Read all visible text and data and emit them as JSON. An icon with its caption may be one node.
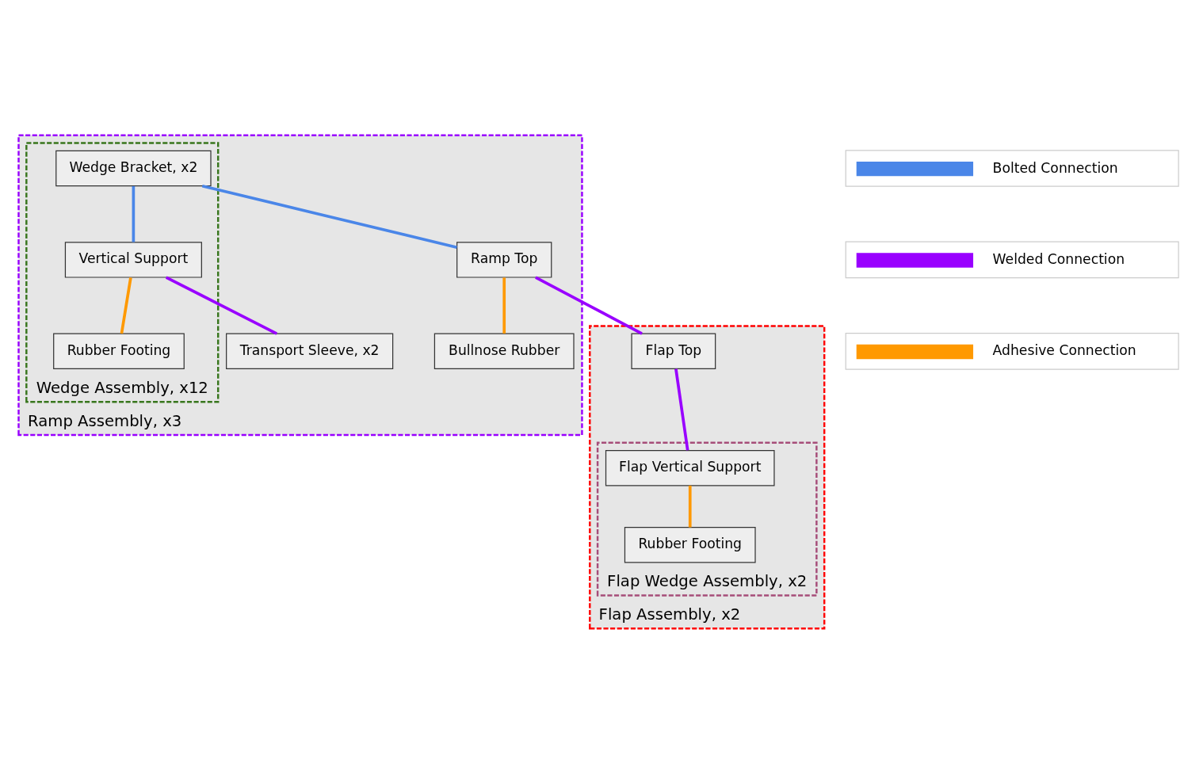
{
  "diagram": {
    "nodes": [
      {
        "text": [
          "Ramp Assembly, x3"
        ]
      },
      {
        "text": [
          "Wedge Assembly, x12"
        ],
        "in": 0
      },
      {
        "text": [
          "Wedge Bracket, x2"
        ],
        "in": 1
      },
      {
        "text": [
          "Vertical Support"
        ],
        "in": 1
      },
      {
        "text": [
          "Rubber Footing"
        ],
        "in": 1
      },
      {
        "text": [
          "Ramp Top"
        ],
        "in": 0
      },
      {
        "text": [
          "Bullnose Rubber"
        ],
        "in": 0
      },
      {
        "text": [
          "Transport Sleeve, x2"
        ],
        "in": 0
      },
      {
        "text": [
          "Flap Assembly, x2"
        ]
      },
      {
        "text": [
          "Flap Top"
        ],
        "in": 8
      },
      {
        "text": [
          "Flap Wedge Assembly, x2"
        ],
        "in": 8
      },
      {
        "text": [
          "Flap Vertical Support"
        ],
        "in": 10
      },
      {
        "text": [
          "Rubber Footing"
        ],
        "in": 10
      }
    ],
    "edges": [
      {
        "from": 2,
        "to": 5,
        "arrow": "none",
        "color": "#4a86e8"
      },
      {
        "from": 5,
        "to": 9,
        "arrow": "none",
        "color": "#9900ff"
      },
      {
        "from": 5,
        "to": 6,
        "arrow": "none",
        "color": "#ff9900"
      },
      {
        "from": 2,
        "to": 3,
        "arrow": "none",
        "color": "#4a86e8"
      },
      {
        "from": 3,
        "to": 7,
        "arrow": "none",
        "color": "#9900ff"
      },
      {
        "from": 9,
        "to": 11,
        "arrow": "none",
        "color": "#9900ff"
      },
      {
        "from": 3,
        "to": 4,
        "arrow": "none",
        "color": "#ff9900"
      },
      {
        "from": 11,
        "to": 12,
        "arrow": "none",
        "color": "#ff9900"
      }
    ],
    "legend": [
      {
        "text": "Bolted Connection"
      },
      {
        "text": "Welded Connection"
      },
      {
        "text": "Adhesive Connection"
      }
    ]
  }
}
